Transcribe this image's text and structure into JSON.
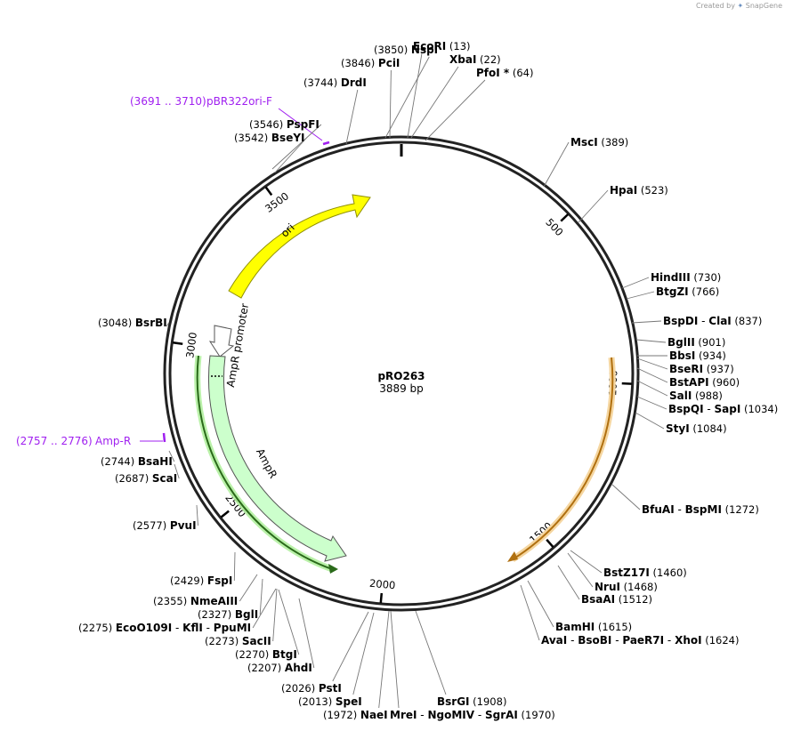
{
  "credit": {
    "prefix": "Created by",
    "brand": "SnapGene"
  },
  "plasmid": {
    "name": "pRO263",
    "size": "3889 bp",
    "total": 3889
  },
  "ruler": {
    "ticks": [
      "500",
      "1000",
      "1500",
      "2000",
      "2500",
      "3000",
      "3500"
    ]
  },
  "features": [
    {
      "name": "ori",
      "color": "#ffff00",
      "border": "#8f8f00"
    },
    {
      "name": "AmpR promoter",
      "color": "#ffffff",
      "border": "#555555"
    },
    {
      "name": "AmpR",
      "color": "#ccffcc",
      "border": "#555555"
    }
  ],
  "primers": [
    {
      "range": "(3691 .. 3710)",
      "name": "pBR322ori-F"
    },
    {
      "range": "(2757 .. 2776)",
      "name": "Amp-R"
    }
  ],
  "enzymes": [
    {
      "names": [
        "NspI"
      ],
      "pos": "(3850)"
    },
    {
      "names": [
        "PciI"
      ],
      "pos": "(3846)"
    },
    {
      "names": [
        "DrdI"
      ],
      "pos": "(3744)"
    },
    {
      "names": [
        "PspFI"
      ],
      "pos": "(3546)"
    },
    {
      "names": [
        "BseYI"
      ],
      "pos": "(3542)"
    },
    {
      "names": [
        "EcoRI"
      ],
      "pos": "(13)"
    },
    {
      "names": [
        "XbaI"
      ],
      "pos": "(22)"
    },
    {
      "names": [
        "PfoI *"
      ],
      "pos": "(64)"
    },
    {
      "names": [
        "MscI"
      ],
      "pos": "(389)"
    },
    {
      "names": [
        "HpaI"
      ],
      "pos": "(523)"
    },
    {
      "names": [
        "HindIII"
      ],
      "pos": "(730)"
    },
    {
      "names": [
        "BtgZI"
      ],
      "pos": "(766)"
    },
    {
      "names": [
        "BspDI",
        "ClaI"
      ],
      "pos": "(837)"
    },
    {
      "names": [
        "BglII"
      ],
      "pos": "(901)"
    },
    {
      "names": [
        "BbsI"
      ],
      "pos": "(934)"
    },
    {
      "names": [
        "BseRI"
      ],
      "pos": "(937)"
    },
    {
      "names": [
        "BstAPI"
      ],
      "pos": "(960)"
    },
    {
      "names": [
        "SalI"
      ],
      "pos": "(988)"
    },
    {
      "names": [
        "BspQI",
        "SapI"
      ],
      "pos": "(1034)"
    },
    {
      "names": [
        "StyI"
      ],
      "pos": "(1084)"
    },
    {
      "names": [
        "BfuAI",
        "BspMI"
      ],
      "pos": "(1272)"
    },
    {
      "names": [
        "BstZ17I"
      ],
      "pos": "(1460)"
    },
    {
      "names": [
        "NruI"
      ],
      "pos": "(1468)"
    },
    {
      "names": [
        "BsaAI"
      ],
      "pos": "(1512)"
    },
    {
      "names": [
        "BamHI"
      ],
      "pos": "(1615)"
    },
    {
      "names": [
        "AvaI",
        "BsoBI",
        "PaeR7I",
        "XhoI"
      ],
      "pos": "(1624)"
    },
    {
      "names": [
        "BsrGI"
      ],
      "pos": "(1908)"
    },
    {
      "names": [
        "MreI",
        "NgoMIV",
        "SgrAI"
      ],
      "pos": "(1970)"
    },
    {
      "names": [
        "NaeI"
      ],
      "pos": "(1972)"
    },
    {
      "names": [
        "SpeI"
      ],
      "pos": "(2013)"
    },
    {
      "names": [
        "PstI"
      ],
      "pos": "(2026)"
    },
    {
      "names": [
        "AhdI"
      ],
      "pos": "(2207)"
    },
    {
      "names": [
        "BtgI"
      ],
      "pos": "(2270)"
    },
    {
      "names": [
        "SacII"
      ],
      "pos": "(2273)"
    },
    {
      "names": [
        "EcoO109I",
        "KflI",
        "PpuMI"
      ],
      "pos": "(2275)"
    },
    {
      "names": [
        "BglI"
      ],
      "pos": "(2327)"
    },
    {
      "names": [
        "NmeAIII"
      ],
      "pos": "(2355)"
    },
    {
      "names": [
        "FspI"
      ],
      "pos": "(2429)"
    },
    {
      "names": [
        "PvuI"
      ],
      "pos": "(2577)"
    },
    {
      "names": [
        "ScaI"
      ],
      "pos": "(2687)"
    },
    {
      "names": [
        "BsaHI"
      ],
      "pos": "(2744)"
    },
    {
      "names": [
        "BsrBI"
      ],
      "pos": "(3048)"
    }
  ]
}
